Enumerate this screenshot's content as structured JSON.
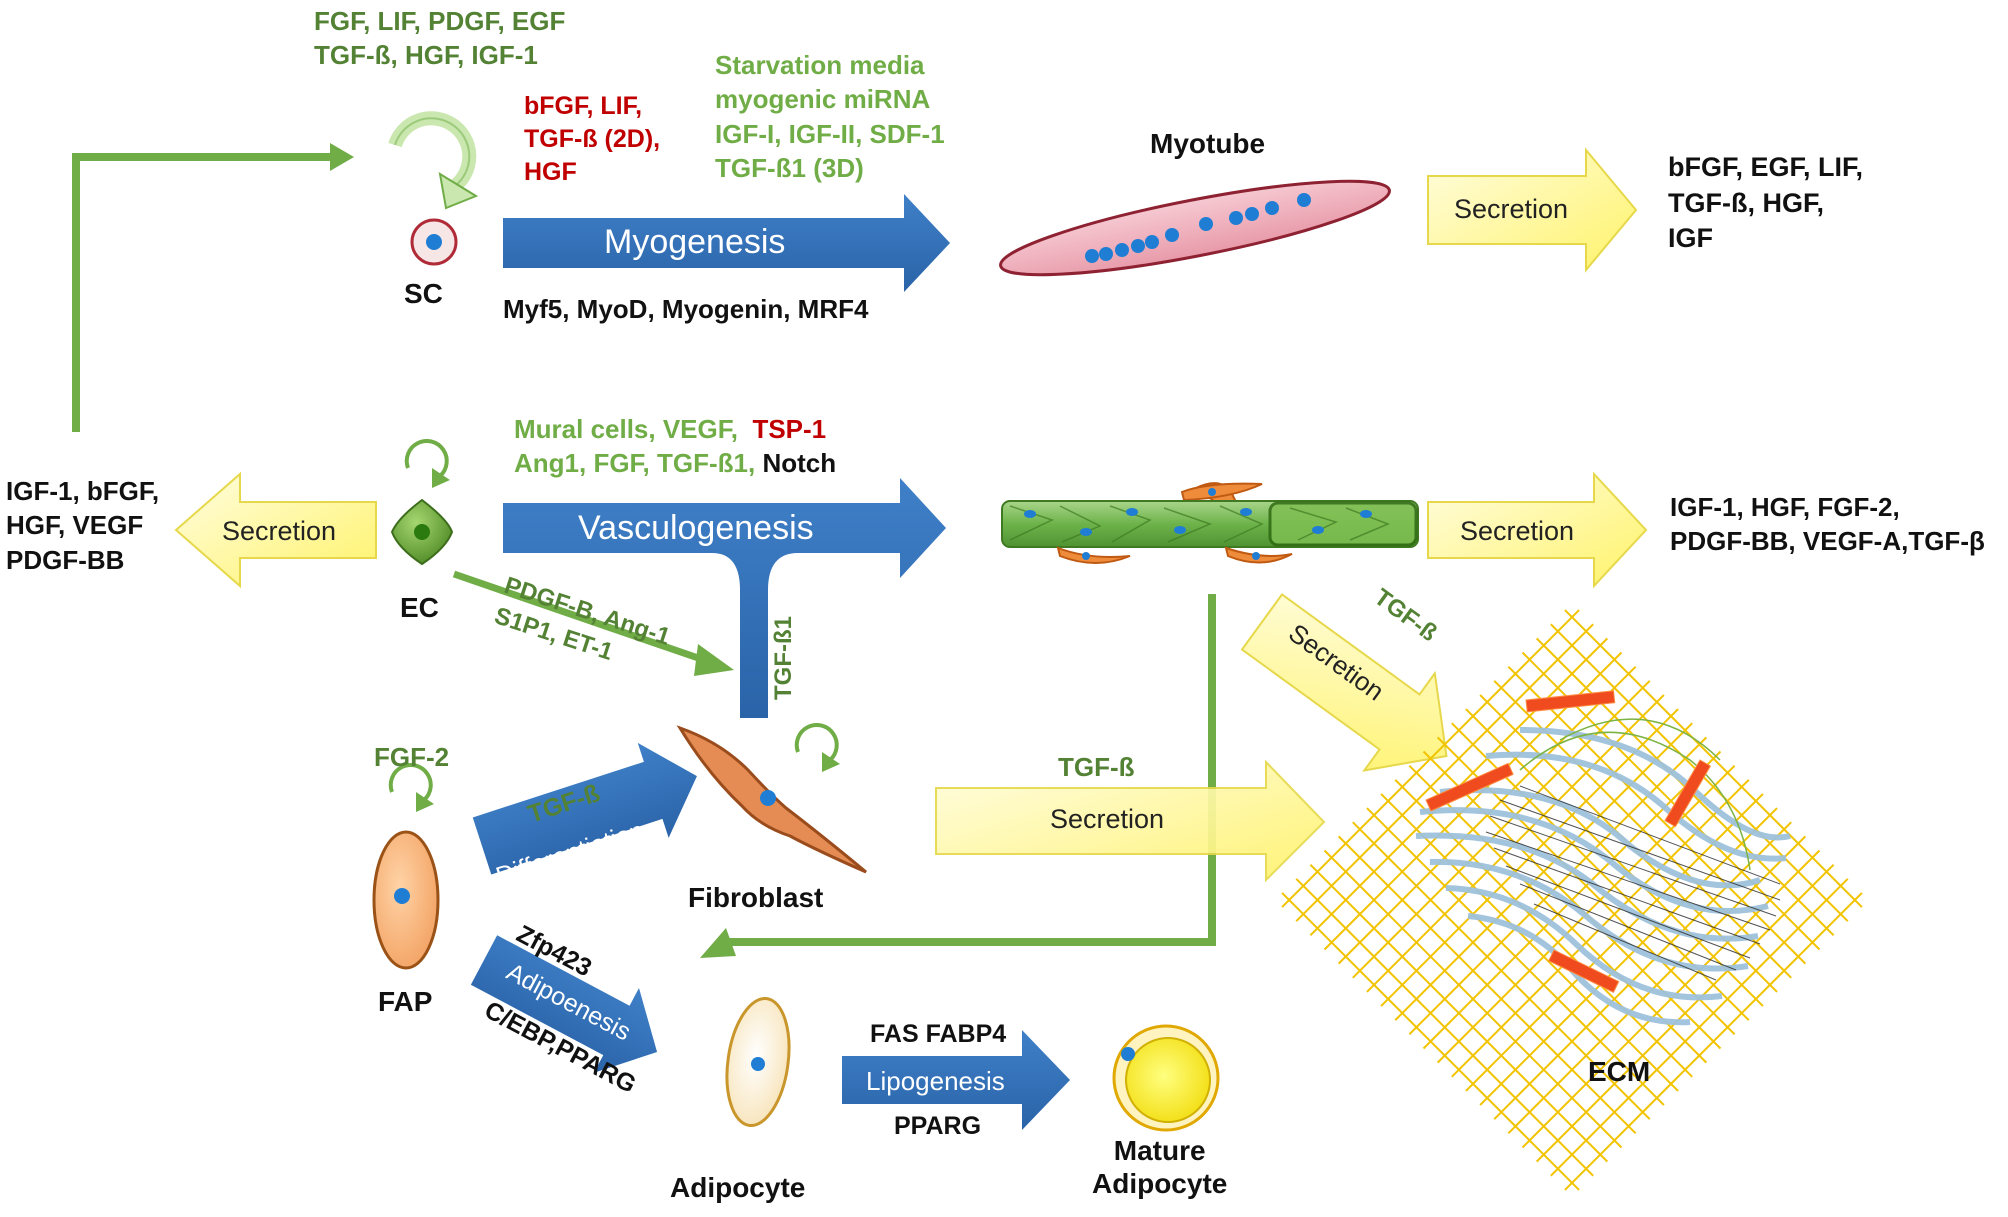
{
  "sc": {
    "factors_top": [
      "FGF, LIF, PDGF, EGF",
      "TGF-ß, HGF, IGF-1"
    ],
    "inhibitors": [
      "bFGF, LIF,",
      "TGF-ß (2D),",
      "HGF"
    ],
    "promoters": [
      "Starvation media",
      "myogenic miRNA",
      "IGF-I, IGF-II, SDF-1",
      "TGF-ß1 (3D)"
    ],
    "label": "SC",
    "process_label": "Myogenesis",
    "markers": "Myf5, MyoD, Myogenin, MRF4"
  },
  "myotube": {
    "label": "Myotube",
    "secretion_label": "Secretion",
    "secreted": [
      "bFGF, EGF, LIF,",
      "TGF-ß, HGF,",
      "IGF"
    ]
  },
  "ec": {
    "label": "EC",
    "factors_line1_green": "Mural cells, VEGF,",
    "factors_line1_red": "TSP-1",
    "factors_line2_green": "Ang1, FGF, TGF-ß1,",
    "factors_line2_black": "Notch",
    "process_label": "Vasculogenesis",
    "branch_label": "TGF-ß1",
    "secretion_label": "Secretion",
    "secreted": [
      "IGF-1, bFGF,",
      "HGF, VEGF",
      "PDGF-BB"
    ],
    "to_fibroblast": [
      "PDGF-B, Ang-1",
      "S1P1, ET-1"
    ]
  },
  "vessel": {
    "secretion_label": "Secretion",
    "secreted": [
      "IGF-1, HGF, FGF-2,",
      "PDGF-BB, VEGF-A,TGF-β"
    ],
    "diag_factor": "TGF-ß",
    "diag_secretion_label": "Secretion"
  },
  "fap": {
    "label": "FAP",
    "self_renewal_factor": "FGF-2",
    "diff_factor": "TGF-ß",
    "diff_label": "Differentiation",
    "adipo_top": "Zfp423",
    "adipo_label": "Adipoenesis",
    "adipo_bottom": "C/EBP,PPARG"
  },
  "fibroblast": {
    "label": "Fibroblast",
    "factor": "TGF-ß",
    "secretion_label": "Secretion"
  },
  "adipocyte": {
    "label": "Adipocyte",
    "lipo_top": "FAS FABP4",
    "lipo_label": "Lipogenesis",
    "lipo_bottom": "PPARG",
    "mature_label": [
      "Mature",
      "Adipocyte"
    ]
  },
  "ecm": {
    "label": "ECM"
  },
  "colors": {
    "promote_green": "#70ad47",
    "inhibit_red": "#c00000",
    "process_blue": "#2e6db4",
    "secretion_yellow": "#fff36a"
  }
}
